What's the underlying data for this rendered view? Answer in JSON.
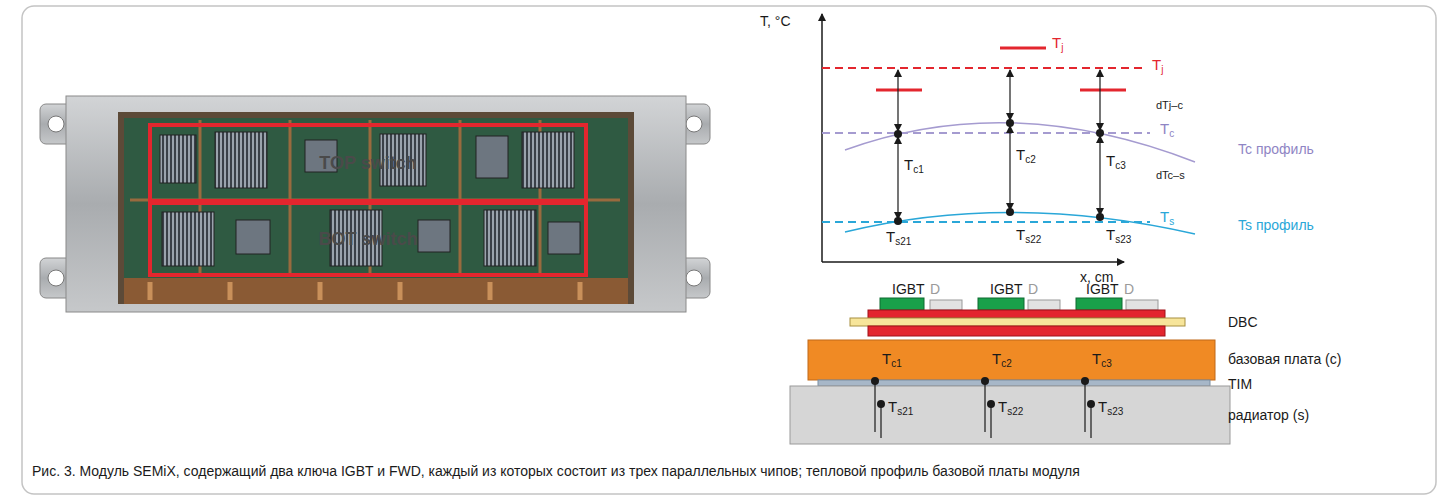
{
  "diagram": {
    "caption": "Рис. 3. Модуль SEMiX, содержащий два ключа IGBT и FWD, каждый из которых состоит из трех параллельных чипов; тепловой профиль базовой платы модуля",
    "nodes": [
      {
        "text": [
          "TOP switch"
        ]
      },
      {
        "text": [
          "BOT switch"
        ]
      }
    ],
    "labels": [
      "T, °C",
      "Tj",
      "Tj",
      "dTj–c",
      "Tc",
      "Tc1",
      "Tc2",
      "Tc3",
      "Tc профиль",
      "dTc–s",
      "Ts",
      "Ts профиль",
      "Ts21",
      "Ts22",
      "Ts23",
      "x, cm",
      "IGBT",
      "D",
      "IGBT",
      "D",
      "IGBT",
      "D",
      "DBC",
      "базовая плата (c)",
      "Tc1",
      "Tc2",
      "Tc3",
      "TIM",
      "Ts21",
      "Ts22",
      "Ts23",
      "радиатор (s)"
    ]
  }
}
